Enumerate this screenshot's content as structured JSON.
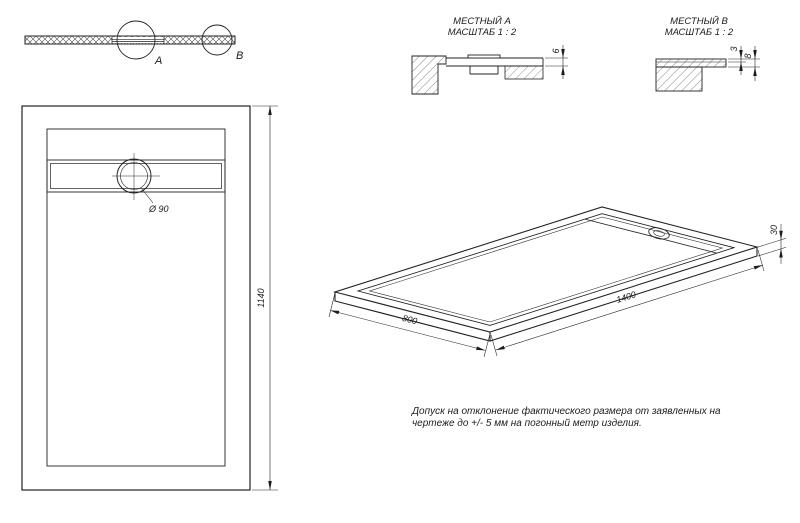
{
  "section_view": {
    "detail_a_marker": "A",
    "detail_b_marker": "B"
  },
  "detail_a": {
    "title": "МЕСТНЫЙ A",
    "scale": "МАСШТАБ 1 : 2",
    "thickness_dim": "6"
  },
  "detail_b": {
    "title": "МЕСТНЫЙ B",
    "scale": "МАСШТАБ 1 : 2",
    "top_layer_dim": "3",
    "total_thickness_dim": "8"
  },
  "plan_view": {
    "drain_diameter_label": "Ø 90",
    "length_dim": "1140"
  },
  "iso_view": {
    "width_dim": "800",
    "length_dim": "1400",
    "height_dim": "30"
  },
  "note": {
    "line1": "Допуск на отклонение фактического размера от заявленных на",
    "line2": "чертеже до +/- 5 мм на погонный метр изделия."
  }
}
